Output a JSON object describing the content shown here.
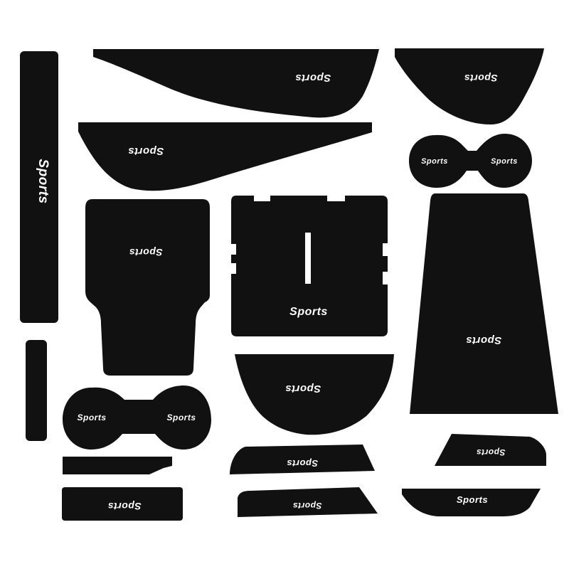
{
  "brand_text": "Sports",
  "colors": {
    "background": "#ffffff",
    "mat": "#111111",
    "logo": "#ffffff"
  },
  "pieces": [
    {
      "id": "strip-left-long"
    },
    {
      "id": "liner-top-wide"
    },
    {
      "id": "liner-top-right"
    },
    {
      "id": "liner-wedge-left"
    },
    {
      "id": "cup-pair-top-right"
    },
    {
      "id": "console-mat-left"
    },
    {
      "id": "console-mat-center"
    },
    {
      "id": "slot-mat-tall-right"
    },
    {
      "id": "strip-left-short"
    },
    {
      "id": "cup-pair-bottom-left"
    },
    {
      "id": "pocket-shield-center"
    },
    {
      "id": "bar-thin-left"
    },
    {
      "id": "bar-rect-left"
    },
    {
      "id": "door-strip-center-upper"
    },
    {
      "id": "door-strip-center-lower"
    },
    {
      "id": "door-strip-right-upper"
    },
    {
      "id": "door-strip-right-lower"
    }
  ]
}
